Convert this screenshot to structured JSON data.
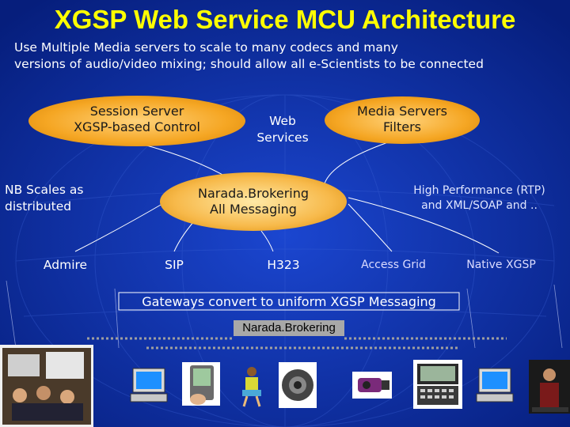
{
  "title": "XGSP Web Service MCU Architecture",
  "subtitle": "Use Multiple Media servers to scale to many codecs and many\nversions of audio/video mixing; should allow all e-Scientists to be connected",
  "top_ellipses": {
    "session": "Session Server\nXGSP-based Control",
    "media": "Media Servers\nFilters"
  },
  "web_services": "Web\nServices",
  "center_ellipse": "Narada.Brokering\nAll Messaging",
  "left_note": "NB Scales as\ndistributed",
  "right_note": "High Performance (RTP)\nand XML/SOAP and ..",
  "nodes": {
    "admire": "Admire",
    "sip": "SIP",
    "h323": "H323",
    "access_grid": "Access Grid",
    "native_xgsp": "Native XGSP"
  },
  "gateway_text": "Gateways convert to uniform XGSP Messaging",
  "narada_bar": "Narada.Brokering",
  "colors": {
    "background": "#0a2a9c",
    "title": "#ffff00",
    "ellipse_fill": "#f5a623",
    "ellipse_center": "#ffd86b",
    "dotted_line": "#9a9a9a"
  },
  "icons": [
    "video-conference-photo-icon",
    "computer-terminal-icon",
    "pda-handheld-icon",
    "person-with-device-icon",
    "camera-device-icon",
    "video-camera-icon",
    "handheld-keyboard-icon",
    "computer-terminal-icon",
    "presenter-photo-icon"
  ]
}
